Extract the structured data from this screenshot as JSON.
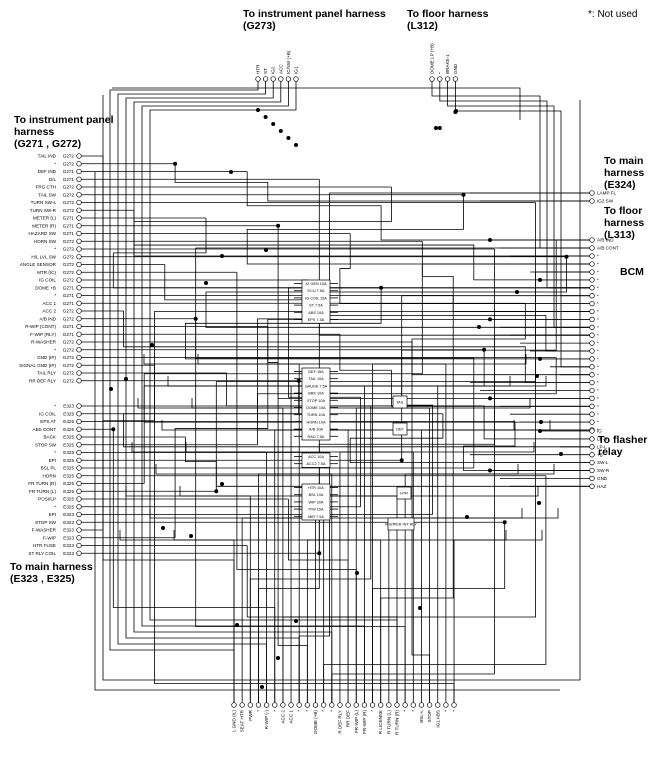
{
  "headers": {
    "ip_top": {
      "line1": "To instrument panel harness",
      "line2": "(G273)"
    },
    "floor_top": {
      "line1": "To floor harness",
      "line2": "(L312)"
    },
    "not_used": "*: Not used",
    "ip_left": {
      "line1": "To instrument panel",
      "line2": "harness",
      "line3": "(G271 , G272)"
    },
    "main_right": {
      "line1": "To main",
      "line2": "harness",
      "line3": "(E324)"
    },
    "floor_right": {
      "line1": "To floor",
      "line2": "harness",
      "line3": "(L313)"
    },
    "bcm": "BCM",
    "flasher": {
      "line1": "To flasher",
      "line2": "relay"
    },
    "main_left": {
      "line1": "To main harness",
      "line2": "(E323 , E325)"
    }
  },
  "left_pins_g": [
    {
      "name": "TAIL IND",
      "code": "G272"
    },
    {
      "name": "*",
      "code": "G272"
    },
    {
      "name": "DEF IND",
      "code": "G271"
    },
    {
      "name": "D/L",
      "code": "G271"
    },
    {
      "name": "FRG CTH",
      "code": "G272"
    },
    {
      "name": "TAIL SW",
      "code": "G272"
    },
    {
      "name": "TURN SW-L",
      "code": "G272"
    },
    {
      "name": "TURN SW-R",
      "code": "G272"
    },
    {
      "name": "METER (L)",
      "code": "G271"
    },
    {
      "name": "METER (R)",
      "code": "G271"
    },
    {
      "name": "HAZARD SW",
      "code": "G271"
    },
    {
      "name": "HORN SW",
      "code": "G272"
    },
    {
      "name": "*",
      "code": "G272"
    },
    {
      "name": "H/L LVL SW",
      "code": "G272"
    },
    {
      "name": "ANGLE SENSOR",
      "code": "G272"
    },
    {
      "name": "MTR (IC)",
      "code": "G272"
    },
    {
      "name": "IG COIL",
      "code": "G272"
    },
    {
      "name": "DOME +B",
      "code": "G271"
    },
    {
      "name": "*",
      "code": "G271"
    },
    {
      "name": "ACC 1",
      "code": "G271"
    },
    {
      "name": "ACC 2",
      "code": "G272"
    },
    {
      "name": "A/B IND",
      "code": "G272"
    },
    {
      "name": "R-WIP (CONT)",
      "code": "G271"
    },
    {
      "name": "F-WIP (RLY)",
      "code": "G271"
    },
    {
      "name": "R-WASHER",
      "code": "G272"
    },
    {
      "name": "*",
      "code": "G272"
    },
    {
      "name": "GND (IP)",
      "code": "G272"
    },
    {
      "name": "SIGNAL GND (IP)",
      "code": "G272"
    },
    {
      "name": "TAIL RLY",
      "code": "G272"
    },
    {
      "name": "RR DEF RLY",
      "code": "G272"
    }
  ],
  "left_pins_e": [
    {
      "name": "*",
      "code": "E323"
    },
    {
      "name": "IG COIL",
      "code": "E325"
    },
    {
      "name": "EPS AT",
      "code": "E325"
    },
    {
      "name": "ABS CONT",
      "code": "E325"
    },
    {
      "name": "BACK",
      "code": "E325"
    },
    {
      "name": "STOP SW",
      "code": "E325"
    },
    {
      "name": "*",
      "code": "E325"
    },
    {
      "name": "EPI",
      "code": "E325"
    },
    {
      "name": "BSL PL",
      "code": "E325"
    },
    {
      "name": "HORN",
      "code": "E325"
    },
    {
      "name": "FR TURN (R)",
      "code": "E325"
    },
    {
      "name": "FR TURN (L)",
      "code": "E325"
    },
    {
      "name": "POSI/LP",
      "code": "E325"
    },
    {
      "name": "*",
      "code": "E325"
    },
    {
      "name": "EPI",
      "code": "E323"
    },
    {
      "name": "STOP SW",
      "code": "E323"
    },
    {
      "name": "F-WASHER",
      "code": "E323"
    },
    {
      "name": "F-WIP",
      "code": "E323"
    },
    {
      "name": "HTR FUSE",
      "code": "E323"
    },
    {
      "name": "ST RLY COIL",
      "code": "E323"
    }
  ],
  "right_pins_main": [
    {
      "name": "LAMP FL"
    },
    {
      "name": "IG2 SW"
    }
  ],
  "right_pins_floor": [
    {
      "name": "A/B IND"
    },
    {
      "name": "A/B CONT"
    },
    {
      "name": "*"
    },
    {
      "name": "*"
    }
  ],
  "right_pins_bcm": [
    {
      "name": "*"
    },
    {
      "name": "*"
    },
    {
      "name": "*"
    },
    {
      "name": "*"
    },
    {
      "name": "*"
    },
    {
      "name": "*"
    },
    {
      "name": "*"
    },
    {
      "name": "*"
    },
    {
      "name": "*"
    },
    {
      "name": "*"
    },
    {
      "name": "*"
    },
    {
      "name": "*"
    },
    {
      "name": "*"
    },
    {
      "name": "*"
    },
    {
      "name": "*"
    },
    {
      "name": "*"
    },
    {
      "name": "*"
    },
    {
      "name": "*"
    },
    {
      "name": "*"
    },
    {
      "name": "*"
    },
    {
      "name": "*"
    }
  ],
  "right_pins_flasher": [
    {
      "name": "IG"
    },
    {
      "name": "LP-R"
    },
    {
      "name": "LP-L"
    },
    {
      "name": "+B"
    },
    {
      "name": "SW-L"
    },
    {
      "name": "SW-R"
    },
    {
      "name": "GND"
    },
    {
      "name": "HAZ"
    }
  ],
  "top_pins_g273": [
    "HTR",
    "ST",
    "IG2",
    "ACC",
    "IC/SW (+B)",
    "IG1"
  ],
  "top_pins_l312": [
    "DOME LP (+B)",
    "*",
    "BRAKE-1",
    "GND"
  ],
  "bottom_pins": [
    "L GND (IL)",
    "SEAT HTR",
    "PWR",
    "*",
    "R-WIP (-)",
    "*",
    "ACC 2",
    "ACC 1",
    "*",
    "*",
    "DOME (+B)",
    "*",
    "*",
    "R DEF RLY",
    "RR DEF",
    "FR-WIP (L)",
    "FR-WIP (R)",
    "*",
    "R LICENSE",
    "R TURN (L)",
    "R TURN (R)",
    "*",
    "*",
    "BSL-L",
    "STOP",
    "IG1 ABS",
    "*",
    "*"
  ],
  "fuses_a": [
    "IG GEN 10A",
    "ECU 7.5A",
    "IG COIL 15A",
    "ST 7.5A",
    "ABS 10A",
    "EPS 7.5A"
  ],
  "fuses_b": [
    "DEF 15A",
    "TAIL 10A",
    "GAUGE 7.5A",
    "BRK 10A",
    "STOP 10A",
    "DOME 10A",
    "TURN 10A",
    "HORN 10A",
    "A/B 10A",
    "RAD 7.5A"
  ],
  "fuses_c": [
    "ACC 10A",
    "ACC2 7.5A"
  ],
  "fuses_d": [
    "HTR 10A",
    "BSL 10A",
    "WIP 20A",
    "P/W 15A",
    "MIR 7.5A"
  ],
  "relays": [
    "TAIL",
    "DEF",
    "HTR"
  ],
  "relay_wiper": "R WIPER INT RLY"
}
